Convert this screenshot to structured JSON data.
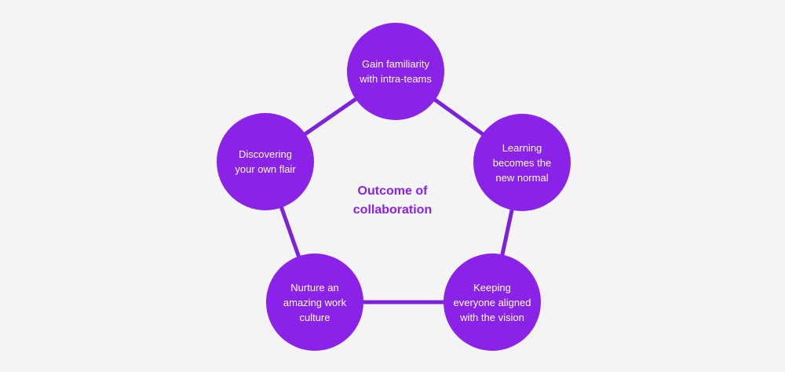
{
  "diagram": {
    "center_title": "Outcome of\ncollaboration",
    "nodes": [
      {
        "label": "Gain familiarity\nwith intra-teams"
      },
      {
        "label": "Learning\nbecomes the\nnew normal"
      },
      {
        "label": "Keeping\neveryone aligned\nwith the vision"
      },
      {
        "label": "Nurture an\namazing work\nculture"
      },
      {
        "label": "Discovering\nyour own flair"
      }
    ]
  },
  "colors": {
    "background": "#f4f4f5",
    "node_fill": "#8a22e8",
    "connector": "#7d22dc",
    "center_text": "#8a22e8",
    "node_text": "#ffffff"
  }
}
